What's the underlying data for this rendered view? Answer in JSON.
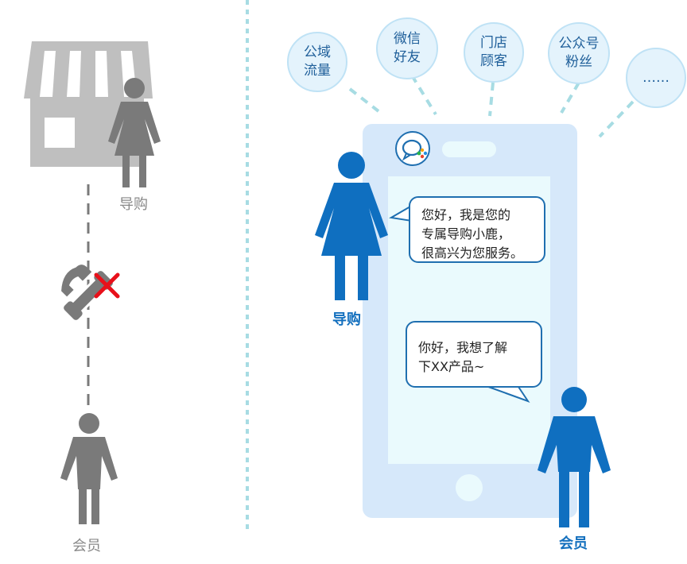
{
  "left": {
    "guide_label": "导购",
    "member_label": "会员"
  },
  "right": {
    "bubbles": [
      {
        "line1": "公域",
        "line2": "流量"
      },
      {
        "line1": "微信",
        "line2": "好友"
      },
      {
        "line1": "门店",
        "line2": "顾客"
      },
      {
        "line1": "公众号",
        "line2": "粉丝"
      },
      {
        "line1": "……",
        "line2": ""
      }
    ],
    "guide_message": {
      "line1": "您好，我是您的",
      "line2": "专属导购小鹿，",
      "line3": "很高兴为您服务。"
    },
    "member_message": {
      "line1": "你好，我想了解",
      "line2": "下XX产品~"
    },
    "guide_label": "导购",
    "member_label": "会员"
  },
  "colors": {
    "gray_figure": "#7a7a7a",
    "store": "#bfbfbf",
    "blue_figure": "#0f6fc0",
    "phone_body": "#d6e8fa",
    "phone_screen": "#eafafd",
    "divider": "#a7dce3",
    "cross": "#e8101a"
  },
  "icons": {
    "store": "store-icon",
    "phone_handset": "phone-handset-icon",
    "cross": "red-cross-icon",
    "chat_app": "chat-app-icon"
  }
}
